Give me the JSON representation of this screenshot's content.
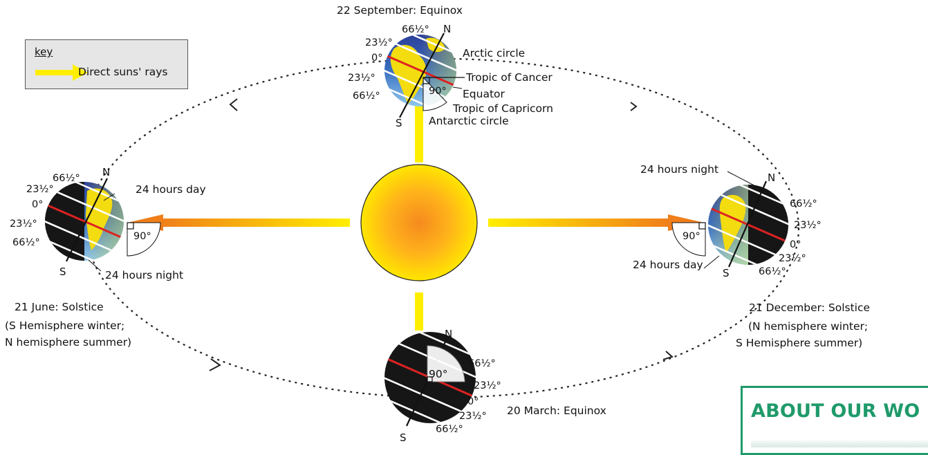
{
  "key": {
    "title": "key",
    "label": "Direct suns' rays",
    "arrow_color": "#ffee00"
  },
  "about": {
    "heading": "ABOUT OUR WO",
    "accent_color": "#1f9a6a"
  },
  "colors": {
    "sun_center": "#f58a1f",
    "sun_edge": "#ffe600",
    "ray_yellow": "#ffee00",
    "ray_orange": "#f07e1a",
    "night": "#161616",
    "ocean": "#3a6fc0",
    "land": "#f3dc10",
    "equator": "#dd2222",
    "orbit": "#222222"
  },
  "september": {
    "title": "22 September: Equinox",
    "lat_66n": "66½°",
    "lat_23n": "23½°",
    "lat_0": "0°",
    "lat_23s": "23½°",
    "lat_66s": "66½°",
    "pole_n": "N",
    "pole_s": "S",
    "arctic": "Arctic circle",
    "cancer": "Tropic of Cancer",
    "equator": "Equator",
    "capricorn": "Tropic of Capricorn",
    "antarctic": "Antarctic circle",
    "angle": "90°"
  },
  "june": {
    "title": "21 June: Solstice",
    "note_1": "(S Hemisphere winter;",
    "note_2": "N hemisphere summer)",
    "lat_66n": "66½°",
    "lat_23n": "23½°",
    "lat_0": "0°",
    "lat_23s": "23½°",
    "lat_66s": "66½°",
    "pole_n": "N",
    "pole_s": "S",
    "day": "24 hours day",
    "night": "24 hours night",
    "angle": "90°"
  },
  "december": {
    "title": "21 December: Solstice",
    "note_1": "(N hemisphere winter;",
    "note_2": "S Hemisphere summer)",
    "lat_66n": "66½°",
    "lat_23n": "23½°",
    "lat_0": "0°",
    "lat_23s": "23½°",
    "lat_66s": "66½°",
    "pole_n": "N",
    "pole_s": "S",
    "day": "24 hours day",
    "night": "24 hours night",
    "angle": "90°"
  },
  "march": {
    "title": "20 March: Equinox",
    "lat_66n": "66½°",
    "lat_23n": "23½°",
    "lat_0": "0°",
    "lat_23s": "23½°",
    "lat_66s": "66½°",
    "pole_n": "N",
    "pole_s": "S",
    "angle": "90°"
  }
}
